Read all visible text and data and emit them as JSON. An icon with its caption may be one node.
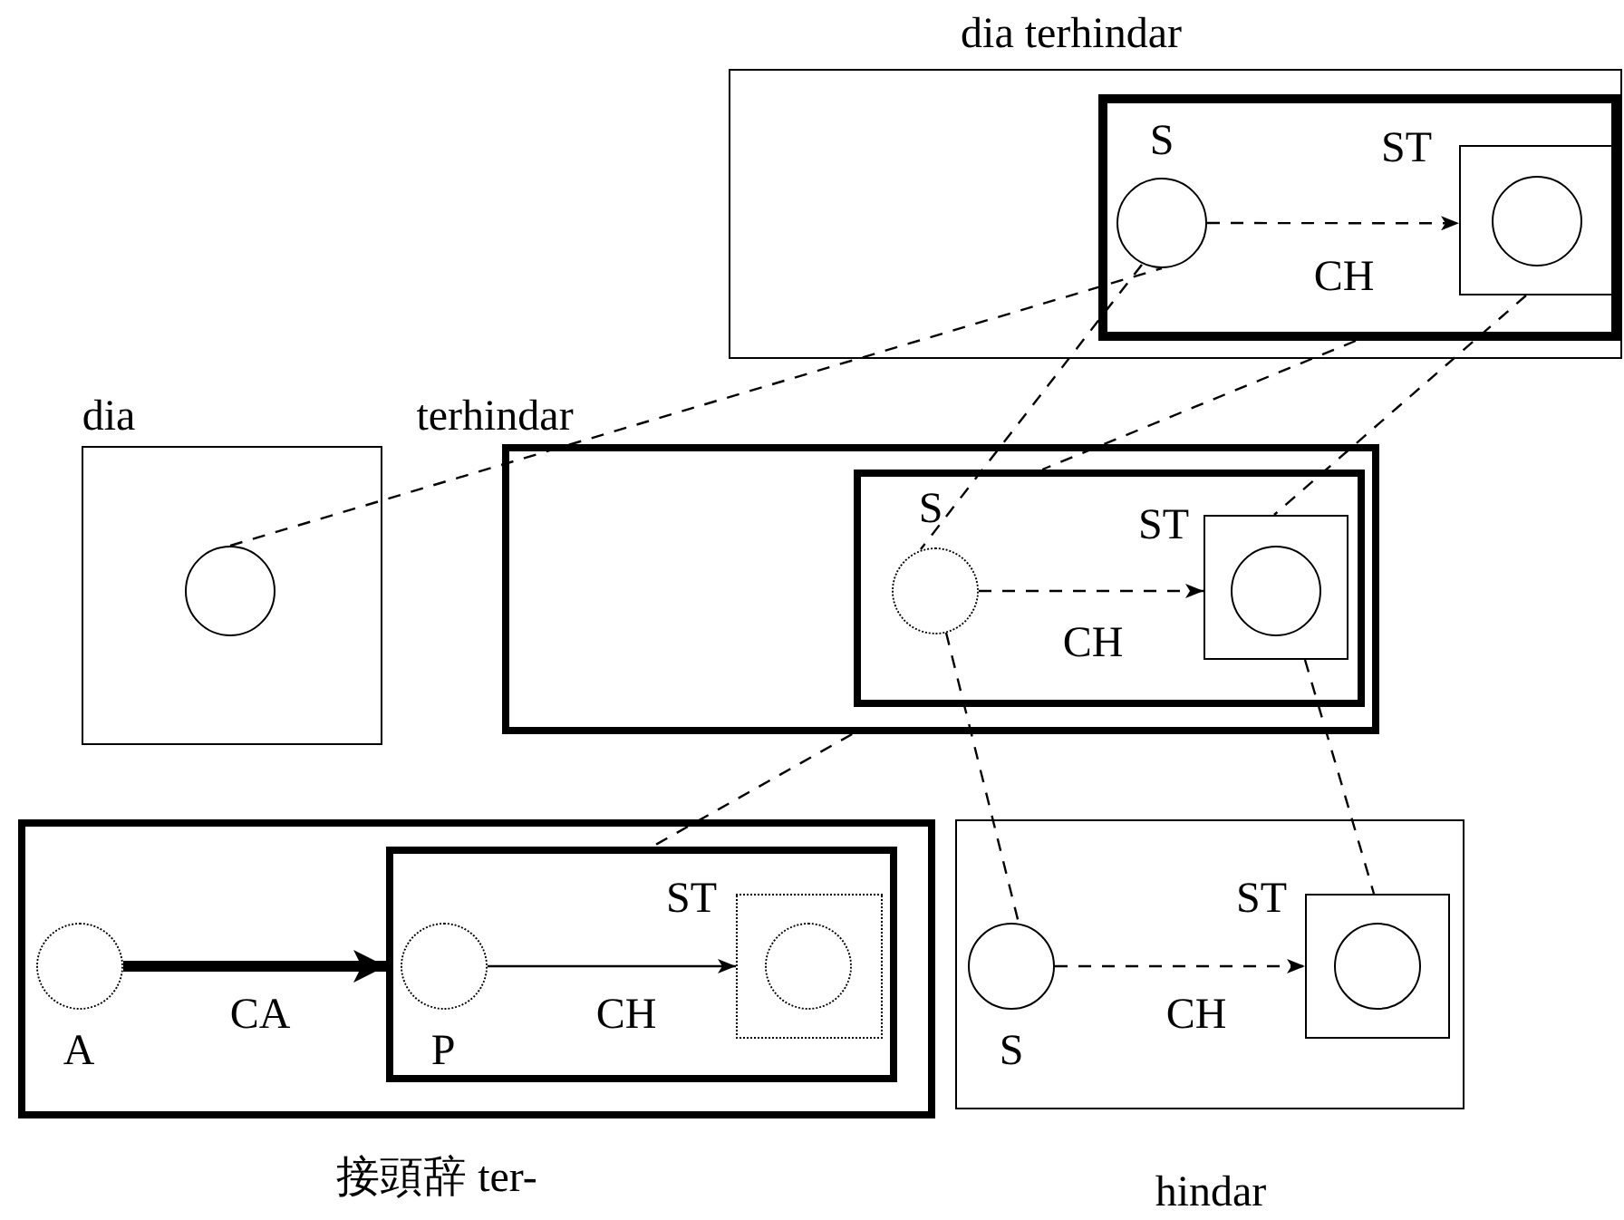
{
  "diagram": {
    "nodes": [
      {
        "text": [
          "dia terhindar"
        ]
      },
      {
        "text": [],
        "shape": "box",
        "in": 0
      },
      {
        "text": [
          "S"
        ],
        "in": 1
      },
      {
        "text": [
          "ST"
        ],
        "in": 1
      },
      {
        "text": [],
        "shape": "circle",
        "in": 3
      },
      {
        "text": [
          "dia"
        ]
      },
      {
        "text": [],
        "shape": "circle",
        "in": 5
      },
      {
        "text": [
          "terhindar"
        ]
      },
      {
        "text": [],
        "shape": "box",
        "in": 7
      },
      {
        "text": [
          "S"
        ],
        "in": 8
      },
      {
        "text": [
          "ST"
        ],
        "in": 8
      },
      {
        "text": [],
        "shape": "circle",
        "in": 10
      },
      {
        "text": [
          "接頭辞 ter-"
        ]
      },
      {
        "text": [
          "A"
        ],
        "in": 12
      },
      {
        "text": [],
        "shape": "box",
        "in": 12
      },
      {
        "text": [
          "P"
        ],
        "in": 14
      },
      {
        "text": [
          "ST"
        ],
        "in": 14
      },
      {
        "text": [],
        "shape": "circle",
        "in": 16
      },
      {
        "text": [
          "hindar"
        ]
      },
      {
        "text": [
          "S"
        ],
        "in": 18
      },
      {
        "text": [
          "ST"
        ],
        "in": 18
      },
      {
        "text": [],
        "shape": "circle",
        "in": 20
      }
    ],
    "edges": [
      {
        "from": 2,
        "to": 3,
        "arrow": "to",
        "label": "CH",
        "style": "dashed"
      },
      {
        "from": 9,
        "to": 10,
        "arrow": "to",
        "label": "CH",
        "style": "dashed"
      },
      {
        "from": 13,
        "to": 14,
        "arrow": "to",
        "label": "CA",
        "style": "thick"
      },
      {
        "from": 15,
        "to": 16,
        "arrow": "to",
        "label": "CH"
      },
      {
        "from": 19,
        "to": 20,
        "arrow": "to",
        "label": "CH",
        "style": "dashed"
      },
      {
        "from": 6,
        "to": 2,
        "arrow": "none",
        "style": "dashed"
      },
      {
        "from": 2,
        "to": 9,
        "arrow": "none",
        "style": "dashed"
      },
      {
        "from": 1,
        "to": 8,
        "arrow": "none",
        "style": "dashed"
      },
      {
        "from": 3,
        "to": 10,
        "arrow": "none",
        "style": "dashed"
      },
      {
        "from": 7,
        "to": 14,
        "arrow": "none",
        "style": "dashed"
      },
      {
        "from": 9,
        "to": 19,
        "arrow": "none",
        "style": "dashed"
      },
      {
        "from": 10,
        "to": 20,
        "arrow": "none",
        "style": "dashed"
      }
    ]
  }
}
